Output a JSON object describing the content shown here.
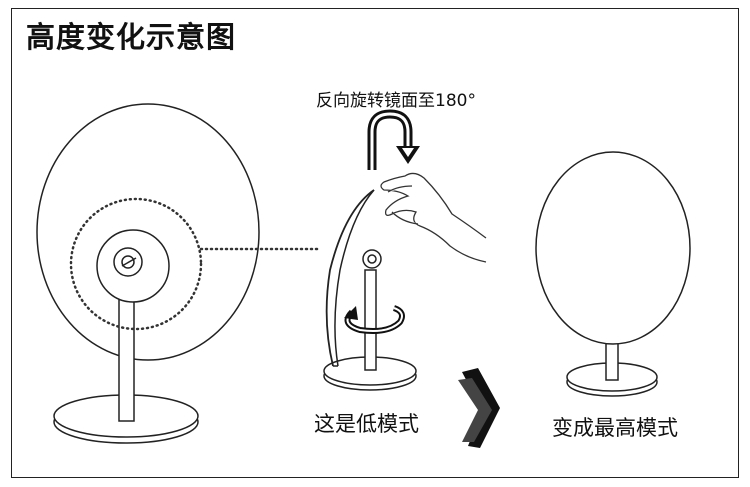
{
  "title": "高度变化示意图",
  "instruction": "反向旋转镜面至180°",
  "captions": {
    "low_mode": "这是低模式",
    "high_mode": "变成最高模式"
  },
  "colors": {
    "line": "#222222",
    "arrow": "#111111"
  },
  "icons": {
    "rotate": "u-turn-arrow-icon",
    "next": "right-arrow-icon"
  }
}
